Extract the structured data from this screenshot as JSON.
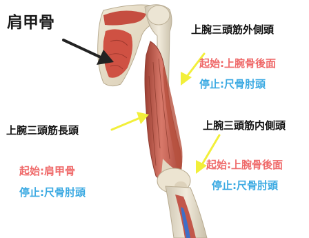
{
  "labels": {
    "scapula": "肩甲骨",
    "lateral_head": {
      "title": "上腕三頭筋外側頭",
      "origin": "起始:上腕骨後面",
      "insertion": "停止:尺骨肘頭"
    },
    "long_head": {
      "title": "上腕三頭筋長頭",
      "origin": "起始:肩甲骨",
      "insertion": "停止:尺骨肘頭"
    },
    "medial_head": {
      "title": "上腕三頭筋内側頭",
      "origin": "起始:上腕骨後面",
      "insertion": "停止:尺骨肘頭"
    }
  },
  "colors": {
    "title_text": "#111111",
    "origin_text": "#ef6a6a",
    "insertion_text": "#3aa9e2",
    "pointer_lateral": "#f2ef3a",
    "pointer_scapula": "#222222",
    "muscle": "#c45a4a",
    "bone": "#e9e1cf"
  }
}
